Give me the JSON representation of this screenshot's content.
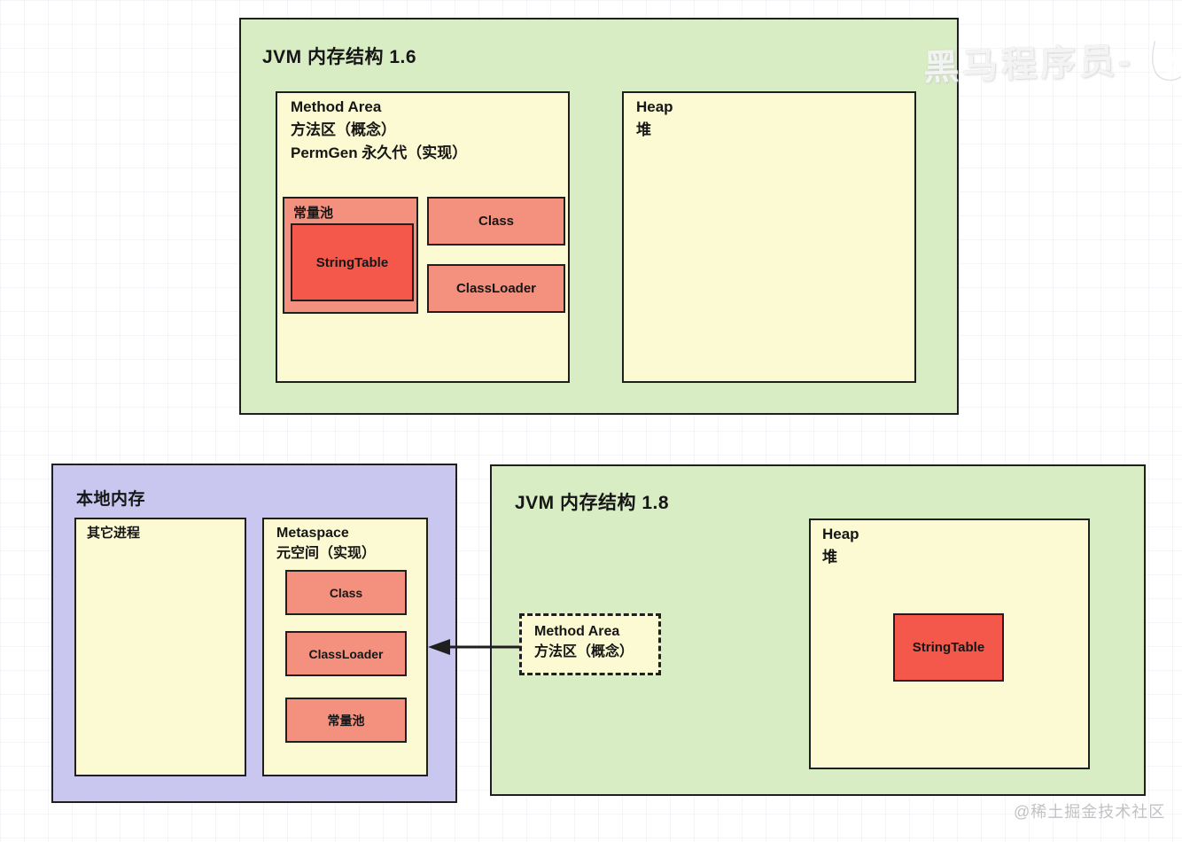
{
  "watermarks": {
    "brand": "黑马程序员-",
    "community": "@稀土掘金技术社区"
  },
  "jvm16": {
    "title": "JVM 内存结构 1.6",
    "method_area": {
      "line1": "Method Area",
      "line2": "方法区（概念）",
      "line3": "PermGen 永久代（实现）",
      "constant_pool": {
        "label": "常量池",
        "string_table": "StringTable"
      },
      "class_label": "Class",
      "classloader_label": "ClassLoader"
    },
    "heap": {
      "line1": "Heap",
      "line2": "堆"
    }
  },
  "native_memory": {
    "title": "本地内存",
    "other_process_label": "其它进程",
    "metaspace": {
      "line1": "Metaspace",
      "line2": "元空间（实现）",
      "class_label": "Class",
      "classloader_label": "ClassLoader",
      "constant_pool_label": "常量池"
    }
  },
  "jvm18": {
    "title": "JVM 内存结构 1.8",
    "method_area": {
      "line1": "Method Area",
      "line2": "方法区（概念）"
    },
    "heap": {
      "line1": "Heap",
      "line2": "堆",
      "string_table": "StringTable"
    }
  },
  "colors": {
    "panel_green": "#d9edc4",
    "panel_purple": "#c9c7f0",
    "box_yellow": "#fcfad2",
    "box_salmon": "#f4917e",
    "box_red": "#f4584a",
    "border_dark": "#1f1f1f"
  }
}
